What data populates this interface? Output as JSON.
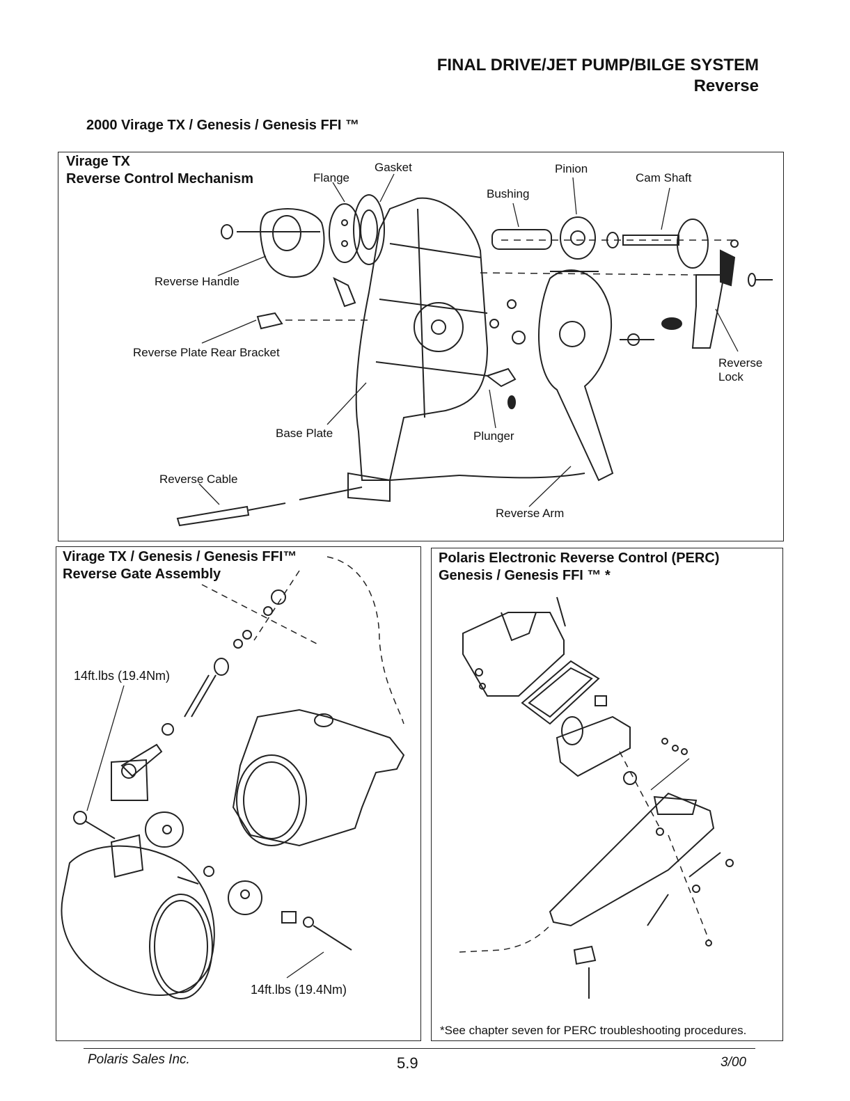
{
  "header": {
    "section": "FINAL DRIVE/JET PUMP/BILGE SYSTEM",
    "topic": "Reverse"
  },
  "subtitle": "2000 Virage TX / Genesis / Genesis FFI ™",
  "panel_mechanism": {
    "title_line1": "Virage TX",
    "title_line2": "Reverse Control Mechanism",
    "labels": {
      "flange": "Flange",
      "gasket": "Gasket",
      "pinion": "Pinion",
      "bushing": "Bushing",
      "cam_shaft": "Cam Shaft",
      "reverse_handle": "Reverse Handle",
      "reverse_plate_rear_bracket": "Reverse Plate Rear Bracket",
      "reverse_lock_1": "Reverse",
      "reverse_lock_2": "Lock",
      "base_plate": "Base Plate",
      "plunger": "Plunger",
      "reverse_cable": "Reverse Cable",
      "reverse_arm": "Reverse Arm"
    }
  },
  "panel_gate": {
    "title_line1": "Virage TX / Genesis / Genesis FFI™",
    "title_line2": "Reverse Gate Assembly",
    "torque_1": "14ft.lbs (19.4Nm)",
    "torque_2": "14ft.lbs (19.4Nm)"
  },
  "panel_perc": {
    "title_line1": "Polaris Electronic Reverse Control (PERC)",
    "title_line2": "Genesis / Genesis FFI ™ *",
    "note": "*See chapter seven for PERC troubleshooting procedures."
  },
  "footer": {
    "company": "Polaris Sales Inc.",
    "page": "5.9",
    "date": "3/00"
  }
}
